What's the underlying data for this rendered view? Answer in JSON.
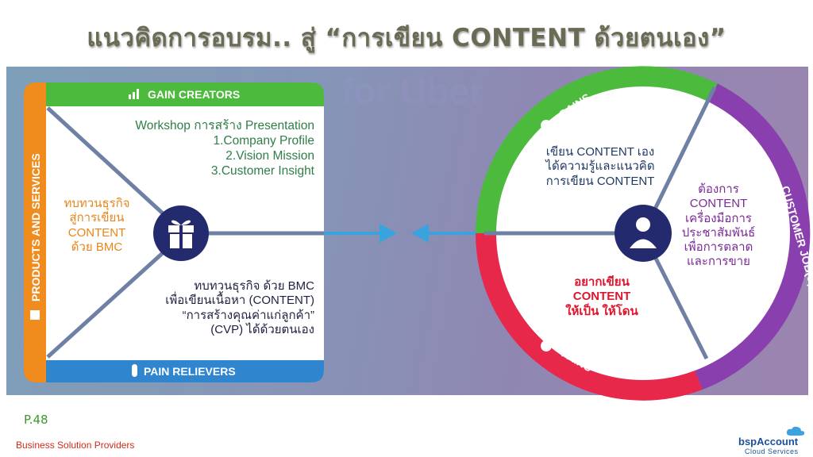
{
  "title": "แนวคิดการอบรม.. สู่ “การเขียน CONTENT ด้วยตนเอง”",
  "watermark": "for Uber",
  "value_map": {
    "gain_creators_label": "GAIN CREATORS",
    "pain_relievers_label": "PAIN RELIEVERS",
    "products_services_label": "PRODUCTS AND SERVICES",
    "gain_creators_text": [
      "Workshop การสร้าง Presentation",
      "1.Company Profile",
      "2.Vision Mission",
      "3.Customer Insight"
    ],
    "products_services_text": [
      "ทบทวนธุรกิจ",
      "สู่การเขียน",
      "CONTENT",
      "ด้วย BMC"
    ],
    "pain_relievers_text": [
      "ทบทวนธุรกิจ ด้วย BMC",
      "เพื่อเขียนเนื้อหา (CONTENT)",
      "“การสร้างคุณค่าแก่ลูกค้า”",
      "(CVP) ได้ด้วยตนเอง"
    ]
  },
  "customer_profile": {
    "gains_label": "GAINS",
    "pains_label": "PAINS",
    "jobs_label": "CUSTOMER JOB(S)",
    "gains_text": [
      "เขียน CONTENT เอง",
      "ได้ความรู้และแนวคิด",
      "การเขียน CONTENT"
    ],
    "jobs_text": [
      "ต้องการ",
      "CONTENT",
      "เครื่องมือการ",
      "ประชาสัมพันธ์",
      "เพื่อการตลาด",
      "และการขาย"
    ],
    "pains_text": [
      "อยากเขียน",
      "CONTENT",
      "ให้เป็น ให้โดน"
    ]
  },
  "colors": {
    "green": "#4cba3c",
    "orange": "#f08c1e",
    "blue": "#2f86cf",
    "navy": "#232a6e",
    "purple": "#8a3fae",
    "red": "#e8284a",
    "arrow": "#39a3dd"
  },
  "footer": {
    "page": "P.48",
    "company": "Business Solution Providers",
    "logo_main_a": "bsp",
    "logo_main_b": "Account",
    "logo_sub": "Cloud Services"
  }
}
